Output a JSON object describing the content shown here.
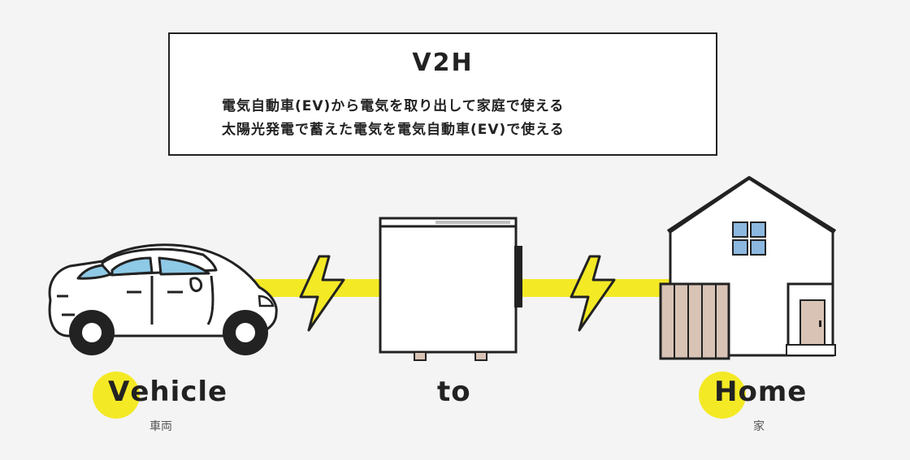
{
  "box": {
    "title": "V2H",
    "line_1": "電気自動車(EV)から電気を取り出して家庭で使える",
    "line_2": "太陽光発電で蓄えた電気を電気自動車(EV)で使える"
  },
  "labels": {
    "vehicle": {
      "initial": "V",
      "rest": "ehicle",
      "sub": "車両"
    },
    "to": {
      "text": "to"
    },
    "home": {
      "initial": "H",
      "rest": "ome",
      "sub": "家"
    }
  },
  "colors": {
    "energy_line": "#f4e925",
    "outline": "#222222",
    "car_window": "#8ec9e6",
    "house_window": "#8cb8df",
    "fence": "#d8c3b5",
    "door": "#d8c3b5",
    "feet": "#d8c3b5"
  }
}
